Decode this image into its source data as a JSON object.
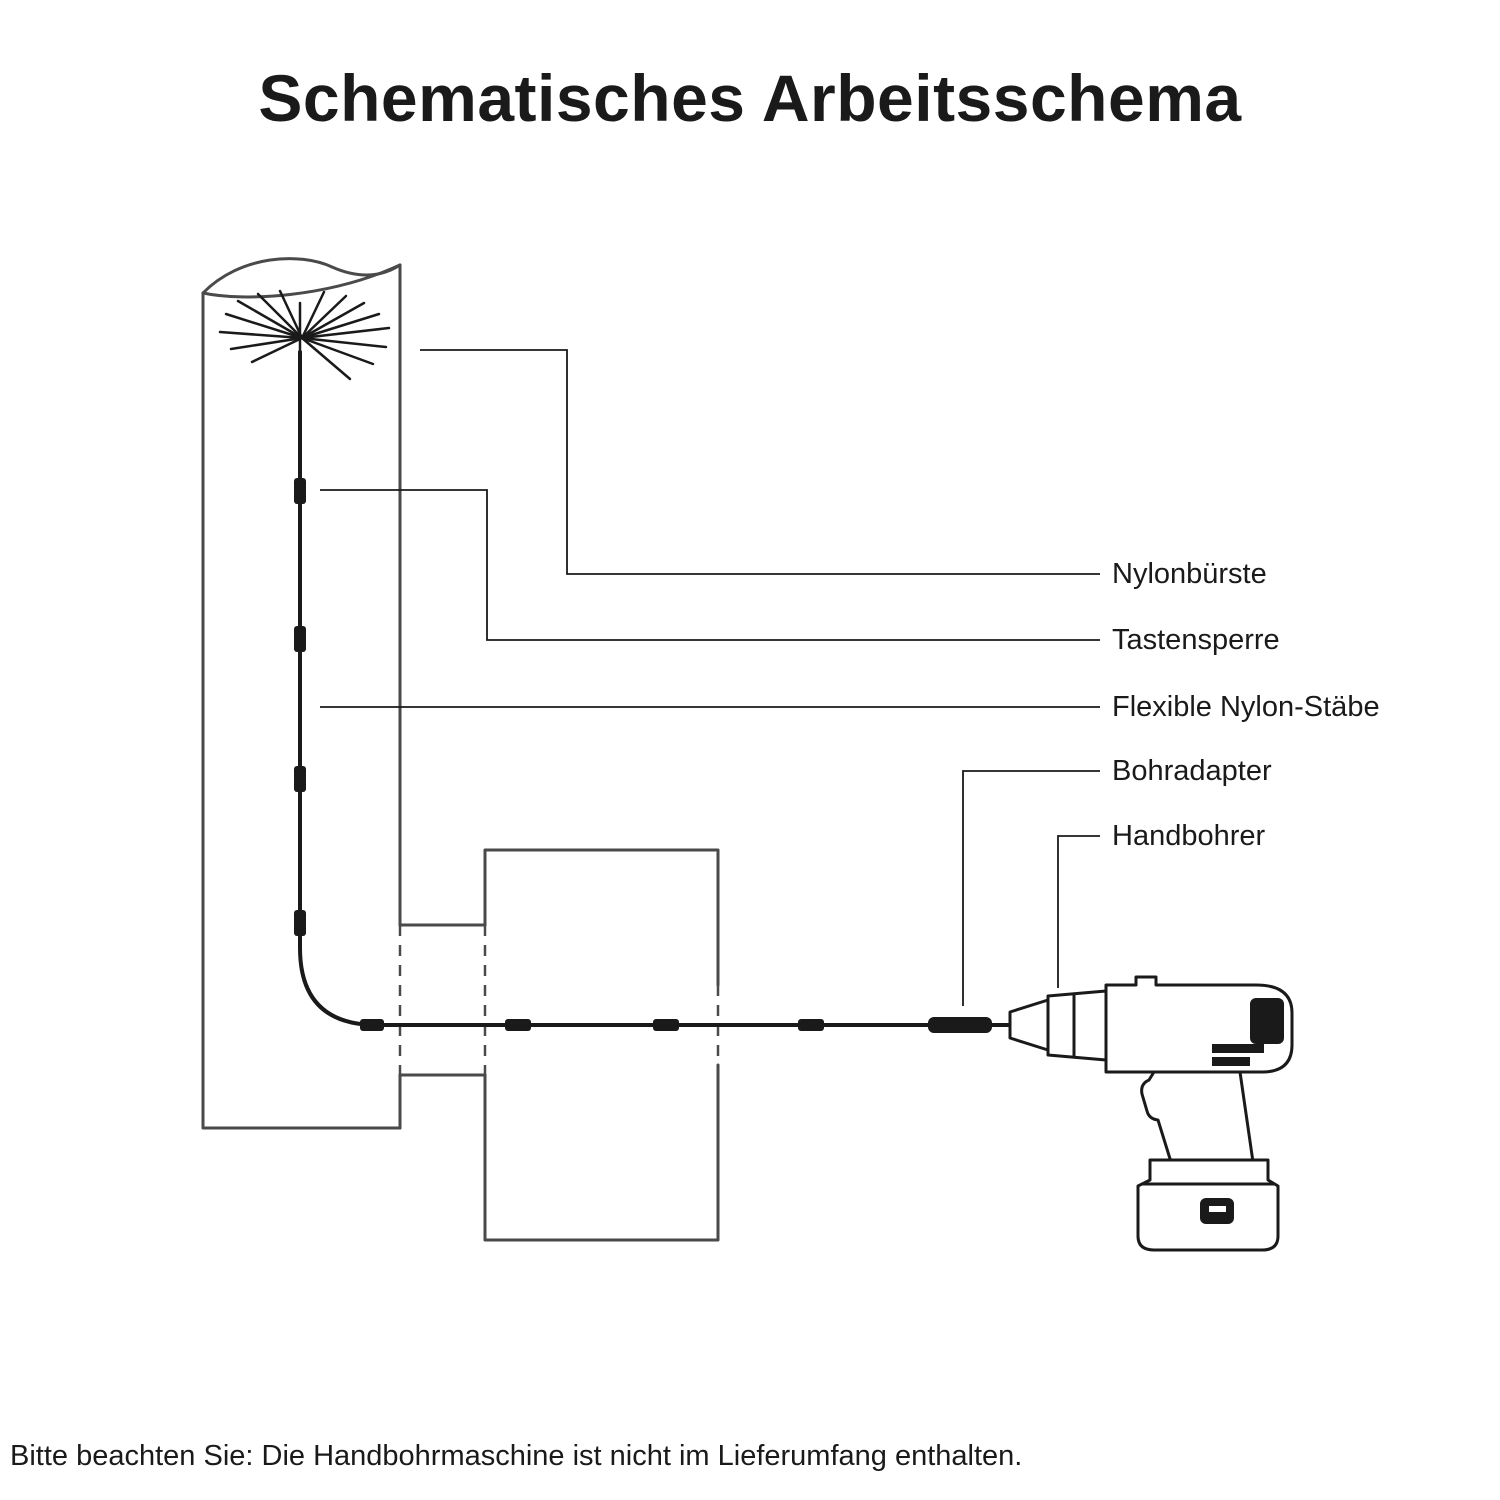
{
  "title": "Schematisches Arbeitsschema",
  "labels": [
    {
      "id": "nylonbuerste",
      "text": "Nylonbürste"
    },
    {
      "id": "tastensperre",
      "text": "Tastensperre"
    },
    {
      "id": "flexible-nylon-staebe",
      "text": "Flexible Nylon-Stäbe"
    },
    {
      "id": "bohradapter",
      "text": "Bohradapter"
    },
    {
      "id": "handbohrer",
      "text": "Handbohrer"
    }
  ],
  "footer": "Bitte beachten Sie: Die Handbohrmaschine ist nicht im Lieferumfang enthalten.",
  "colors": {
    "background": "#ffffff",
    "ink": "#1a1a1a",
    "outline": "#4a4a4a"
  }
}
